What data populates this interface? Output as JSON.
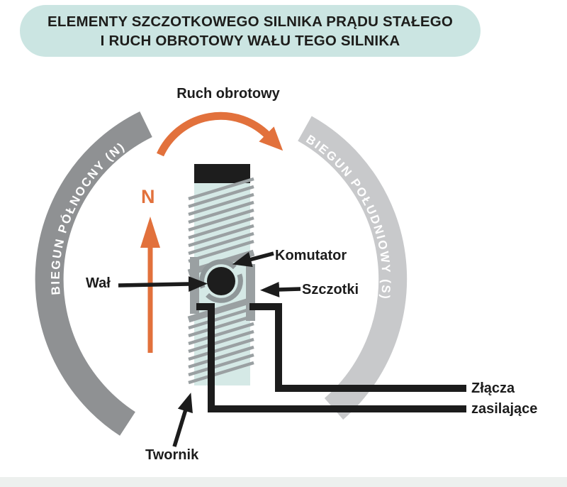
{
  "title": {
    "line1": "ELEMENTY SZCZOTKOWEGO SILNIKA PRĄDU STAŁEGO",
    "line2": "I RUCH OBROTOWY WAŁU TEGO SILNIKA"
  },
  "diagram": {
    "rotation_label": "Ruch obrotowy",
    "north_pole_arc": "BIEGUN PÓŁNOCNY (N)",
    "south_pole_arc": "BIEGUN POŁUDNIOWY (S)",
    "north_indicator": "N",
    "labels": {
      "komutator": "Komutator",
      "wal": "Wał",
      "szczotki": "Szczotki",
      "twornik": "Twornik",
      "zlacza_line1": "Złącza",
      "zlacza_line2": "zasilające"
    },
    "colors": {
      "accent_orange": "#e2713c",
      "north_pole_gray": "#8f9193",
      "south_pole_gray": "#c8c9cb",
      "armature_teal": "#d5e9e6",
      "banner_teal": "#cbe5e2",
      "metal_gray": "#9aa0a2",
      "ink_black": "#1d1d1d"
    }
  }
}
